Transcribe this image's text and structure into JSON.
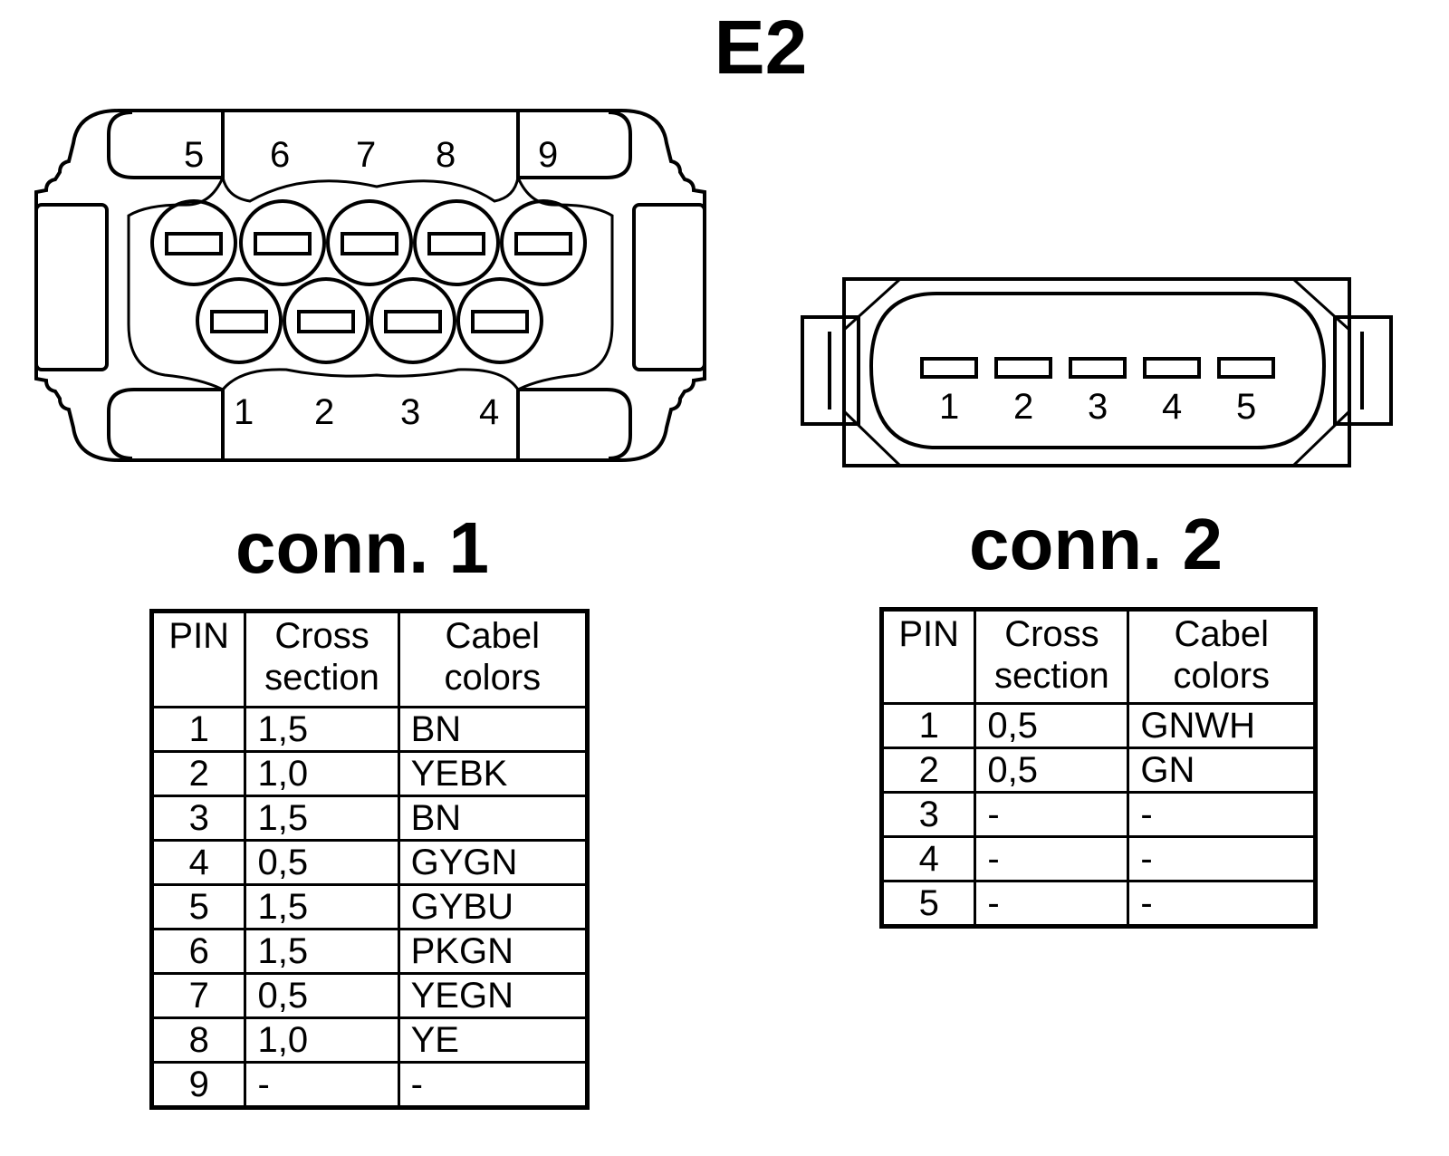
{
  "title": "E2",
  "connector1": {
    "label": "conn. 1",
    "top_pin_labels": [
      "5",
      "6",
      "7",
      "8",
      "9"
    ],
    "bottom_pin_labels": [
      "1",
      "2",
      "3",
      "4"
    ],
    "table": {
      "headers": [
        "PIN",
        "Cross section",
        "Cabel colors"
      ],
      "rows": [
        [
          "1",
          "1,5",
          "BN"
        ],
        [
          "2",
          "1,0",
          "YEBK"
        ],
        [
          "3",
          "1,5",
          "BN"
        ],
        [
          "4",
          "0,5",
          "GYGN"
        ],
        [
          "5",
          "1,5",
          "GYBU"
        ],
        [
          "6",
          "1,5",
          "PKGN"
        ],
        [
          "7",
          "0,5",
          "YEGN"
        ],
        [
          "8",
          "1,0",
          "YE"
        ],
        [
          "9",
          "-",
          "-"
        ]
      ]
    }
  },
  "connector2": {
    "label": "conn. 2",
    "pin_labels": [
      "1",
      "2",
      "3",
      "4",
      "5"
    ],
    "table": {
      "headers": [
        "PIN",
        "Cross section",
        "Cabel colors"
      ],
      "rows": [
        [
          "1",
          "0,5",
          "GNWH"
        ],
        [
          "2",
          "0,5",
          "GN"
        ],
        [
          "3",
          "-",
          "-"
        ],
        [
          "4",
          "-",
          "-"
        ],
        [
          "5",
          "-",
          "-"
        ]
      ]
    }
  }
}
